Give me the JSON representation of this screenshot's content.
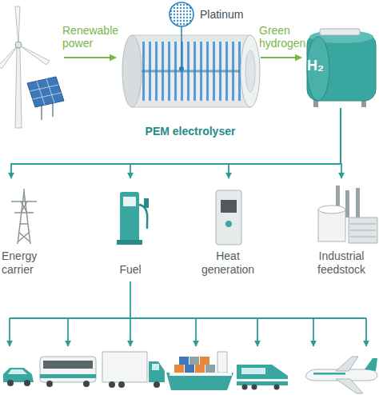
{
  "diagram": {
    "nodes": [
      {
        "text": [
          "PEM electrolyser"
        ]
      },
      {
        "text": [
          "H₂"
        ]
      },
      {
        "text": [
          "Energy carrier"
        ]
      },
      {
        "text": [
          "Fuel"
        ]
      },
      {
        "text": [
          "Heat generation"
        ]
      },
      {
        "text": [
          "Industrial feedstock"
        ]
      }
    ],
    "edges": [
      {
        "from": 0,
        "to": 1,
        "arrow": "to",
        "label": "Green hydrogen"
      },
      {
        "from": 1,
        "to": 2,
        "arrow": "to"
      },
      {
        "from": 1,
        "to": 3,
        "arrow": "to"
      },
      {
        "from": 1,
        "to": 4,
        "arrow": "to"
      },
      {
        "from": 1,
        "to": 5,
        "arrow": "to"
      }
    ],
    "labels": [
      "Platinum",
      "Renewable power"
    ]
  }
}
